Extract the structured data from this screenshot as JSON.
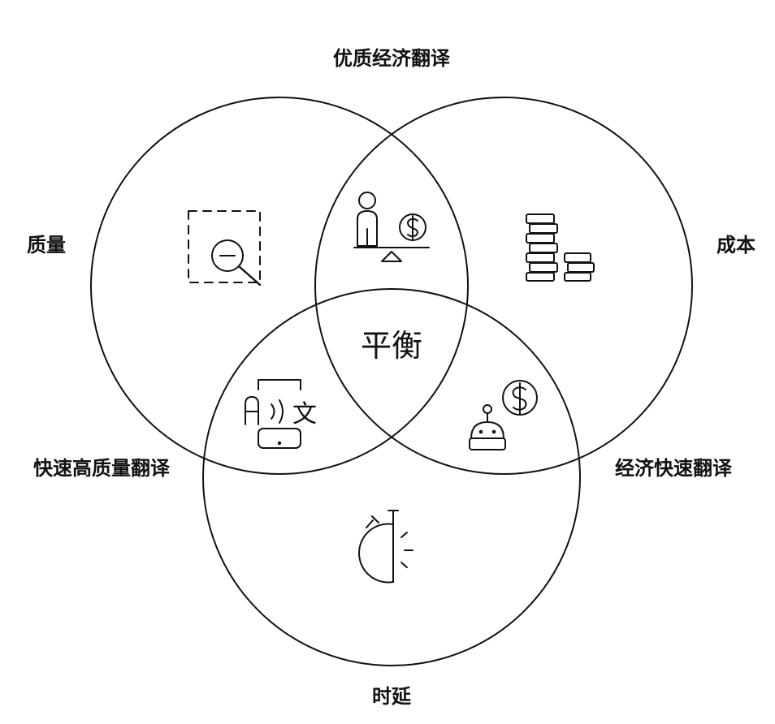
{
  "labels": {
    "top": "优质经济翻译",
    "left": "质量",
    "right": "成本",
    "center": "平衡",
    "bottom_left": "快速高质量翻译",
    "bottom_right": "经济快速翻译",
    "bottom": "时延"
  },
  "colors": {
    "line": "#111111",
    "background": "#ffffff"
  },
  "icons": [
    "search-icon",
    "person-money-balance-icon",
    "coin-stack-icon",
    "translate-phone-icon",
    "robot-money-icon",
    "timer-icon"
  ]
}
